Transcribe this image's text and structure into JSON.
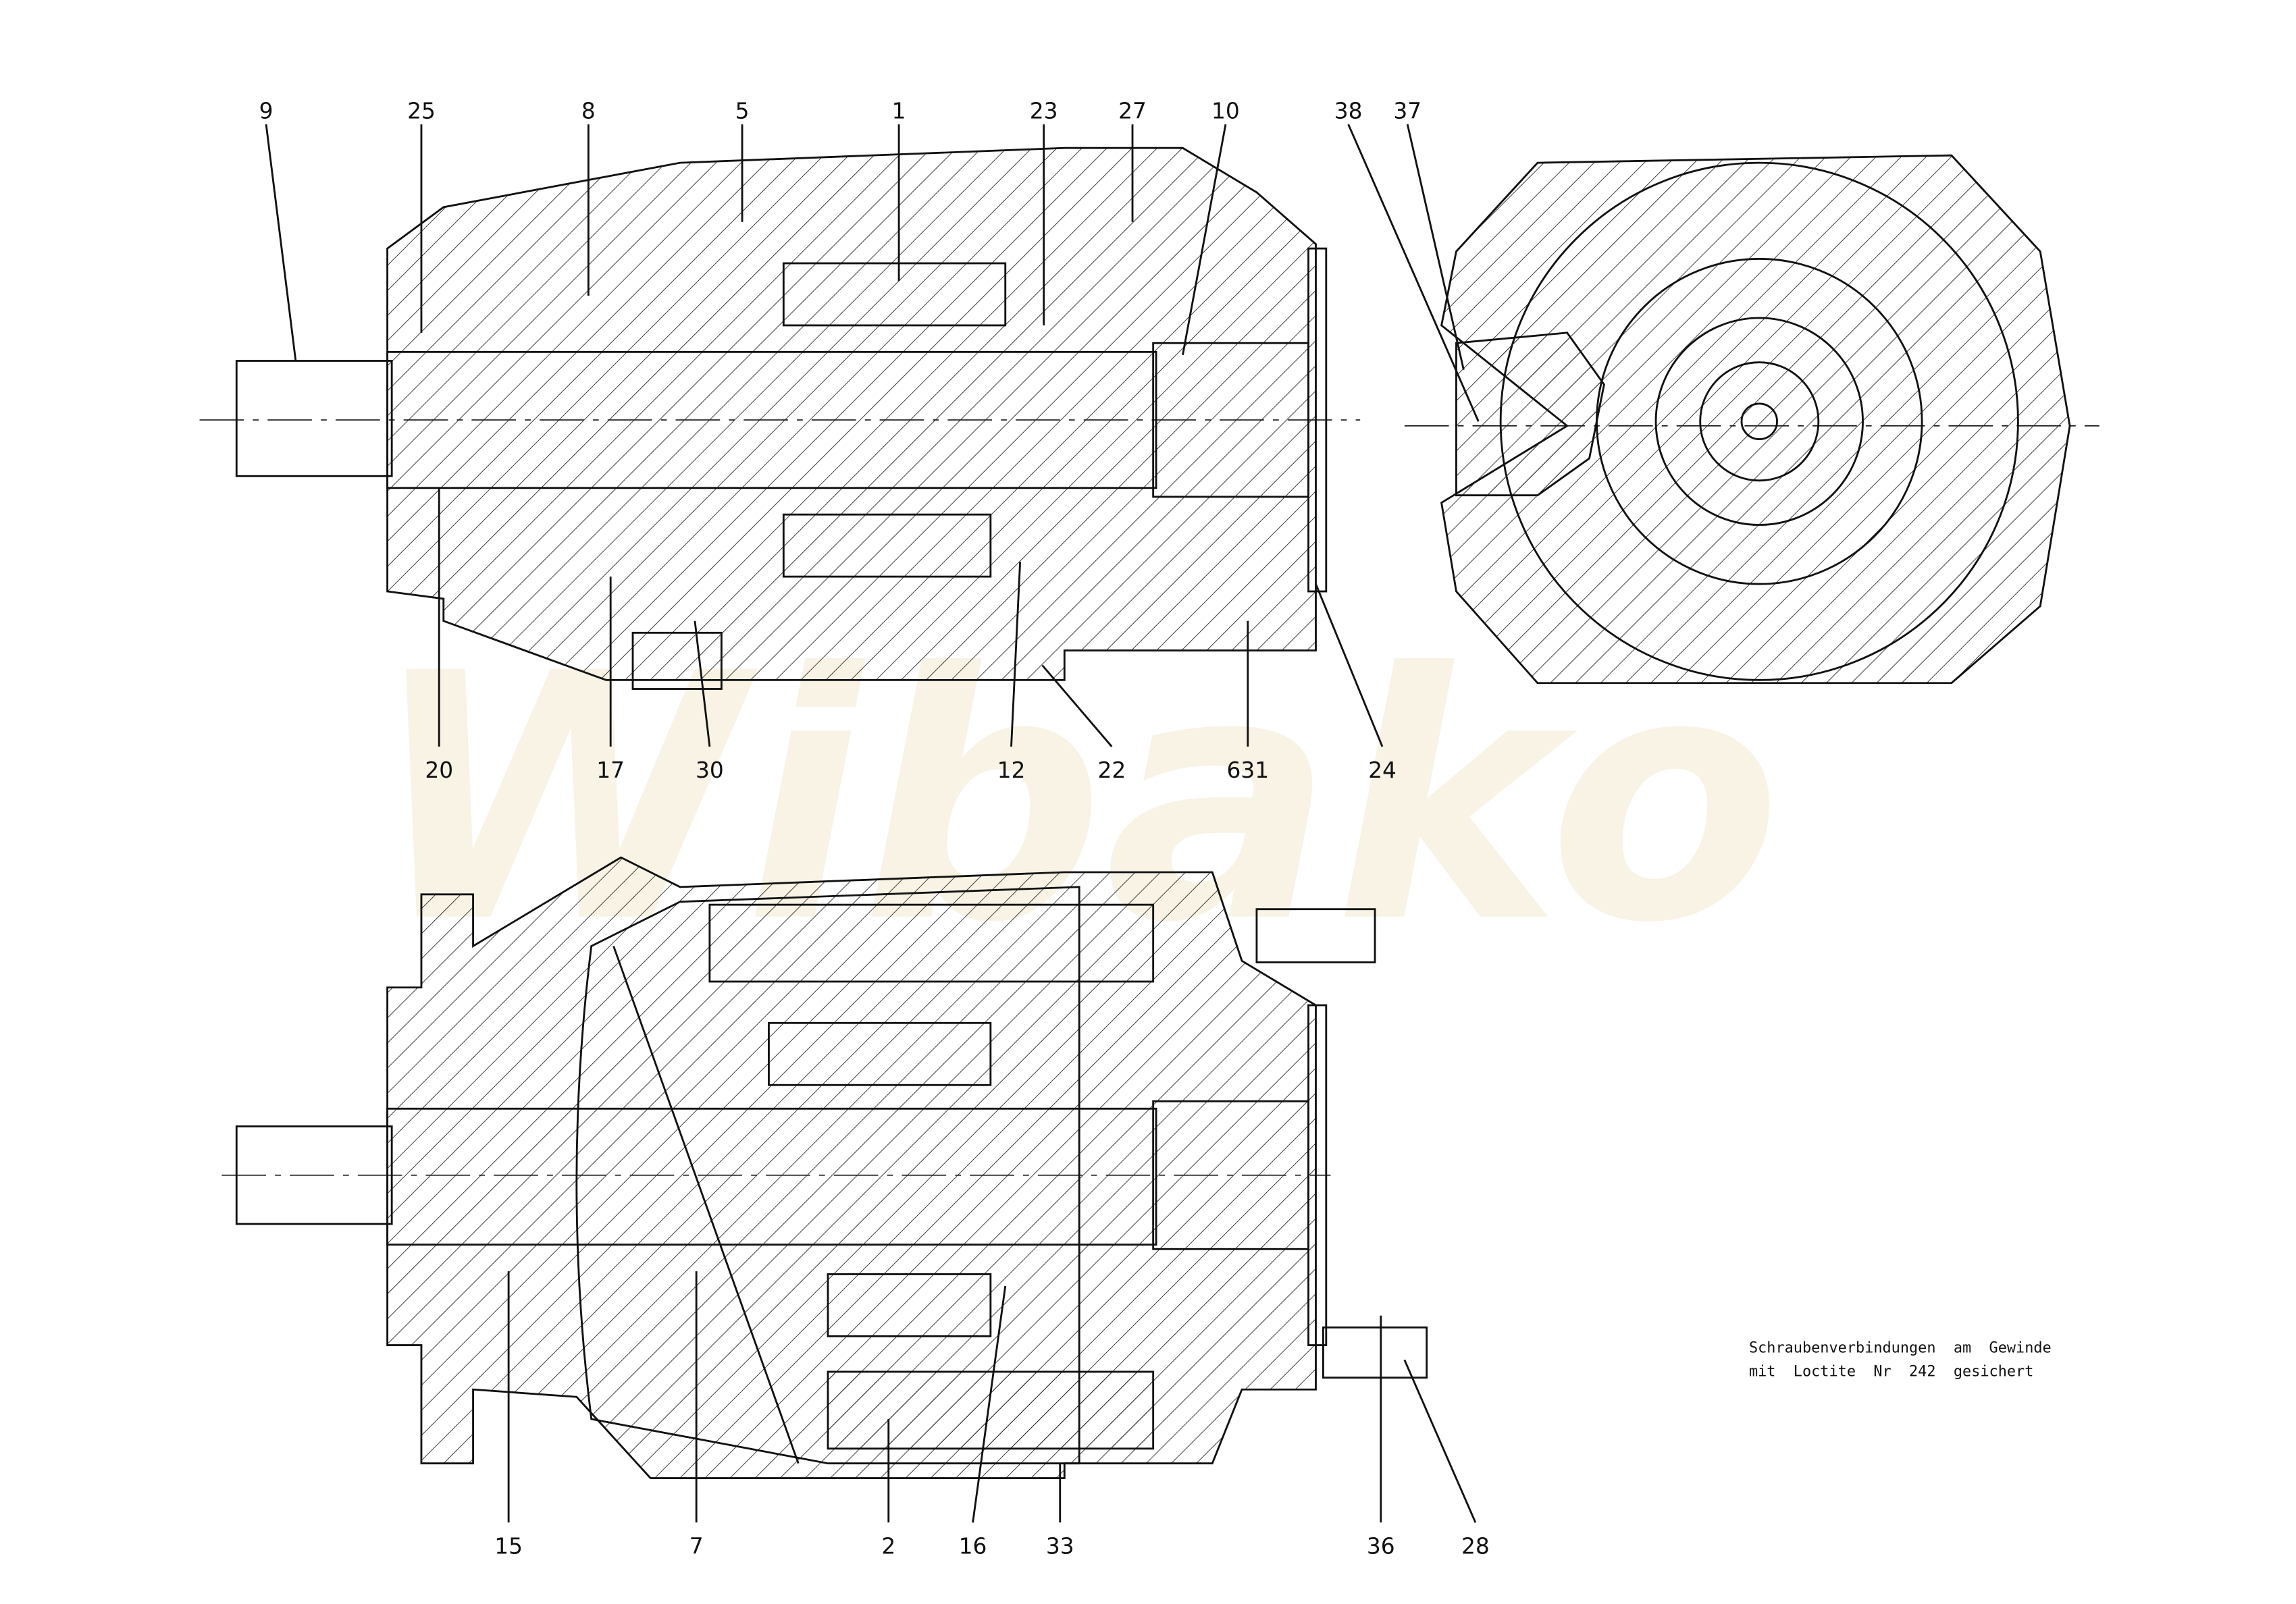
{
  "watermark": "Wibako",
  "top_view_labels_top": [
    "9",
    "25",
    "8",
    "5",
    "1",
    "23",
    "27",
    "10",
    "38",
    "37"
  ],
  "top_view_labels_bottom": [
    "20",
    "17",
    "30",
    "12",
    "22",
    "631",
    "24"
  ],
  "bottom_view_labels": [
    "15",
    "7",
    "2",
    "16",
    "33",
    "36",
    "28"
  ],
  "note": {
    "line1": "Schraubenverbindungen  am  Gewinde",
    "line2": "mit  Loctite  Nr  242  gesichert"
  }
}
